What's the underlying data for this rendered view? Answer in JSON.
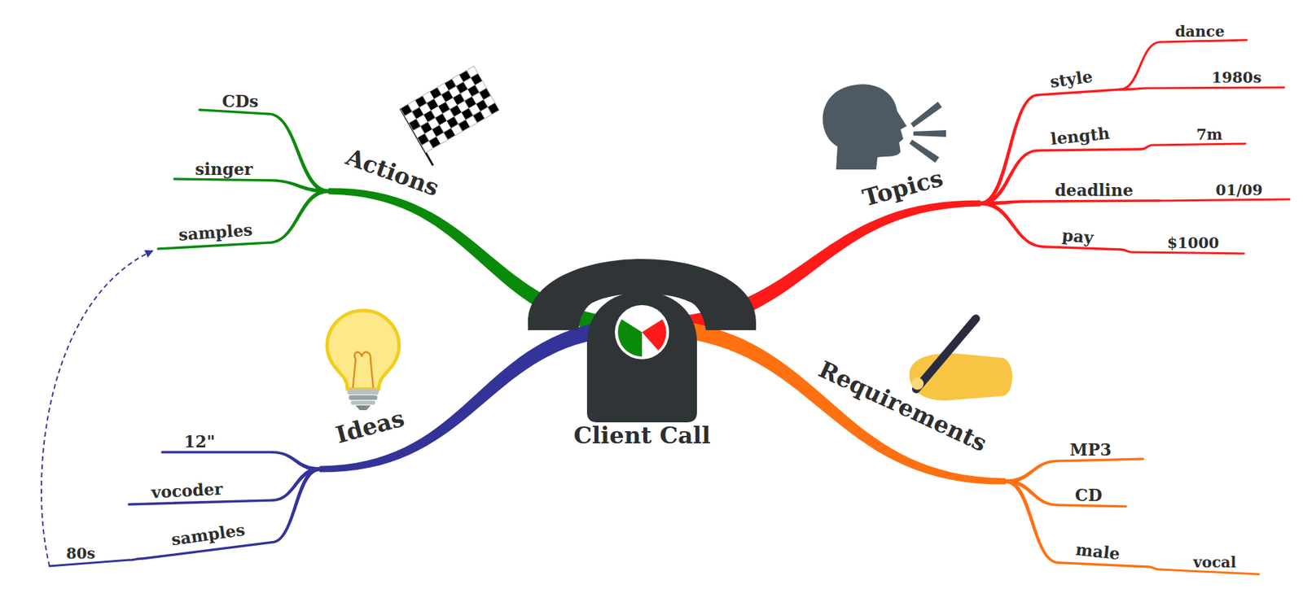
{
  "diagram": {
    "nodes": [
      {
        "text": [
          "Client Call"
        ]
      },
      {
        "text": [
          "Actions"
        ]
      },
      {
        "text": [
          "CDs"
        ]
      },
      {
        "text": [
          "singer"
        ]
      },
      {
        "text": [
          "samples"
        ]
      },
      {
        "text": [
          "Topics"
        ]
      },
      {
        "text": [
          "style"
        ]
      },
      {
        "text": [
          "dance"
        ]
      },
      {
        "text": [
          "1980s"
        ]
      },
      {
        "text": [
          "length"
        ]
      },
      {
        "text": [
          "7m"
        ]
      },
      {
        "text": [
          "deadline"
        ]
      },
      {
        "text": [
          "01/09"
        ]
      },
      {
        "text": [
          "pay"
        ]
      },
      {
        "text": [
          "$1000"
        ]
      },
      {
        "text": [
          "Ideas"
        ]
      },
      {
        "text": [
          "12\""
        ]
      },
      {
        "text": [
          "vocoder"
        ]
      },
      {
        "text": [
          "samples"
        ]
      },
      {
        "text": [
          "80s"
        ]
      },
      {
        "text": [
          "Requirements"
        ]
      },
      {
        "text": [
          "MP3"
        ]
      },
      {
        "text": [
          "CD"
        ]
      },
      {
        "text": [
          "male"
        ]
      },
      {
        "text": [
          "vocal"
        ]
      }
    ],
    "edges": [
      {
        "from": 0,
        "to": 1,
        "arrow": "none"
      },
      {
        "from": 1,
        "to": 2,
        "arrow": "none"
      },
      {
        "from": 1,
        "to": 3,
        "arrow": "none"
      },
      {
        "from": 1,
        "to": 4,
        "arrow": "none"
      },
      {
        "from": 0,
        "to": 5,
        "arrow": "none"
      },
      {
        "from": 5,
        "to": 6,
        "arrow": "none"
      },
      {
        "from": 6,
        "to": 7,
        "arrow": "none"
      },
      {
        "from": 6,
        "to": 8,
        "arrow": "none"
      },
      {
        "from": 5,
        "to": 9,
        "arrow": "none"
      },
      {
        "from": 9,
        "to": 10,
        "arrow": "none"
      },
      {
        "from": 5,
        "to": 11,
        "arrow": "none"
      },
      {
        "from": 11,
        "to": 12,
        "arrow": "none"
      },
      {
        "from": 5,
        "to": 13,
        "arrow": "none"
      },
      {
        "from": 13,
        "to": 14,
        "arrow": "none"
      },
      {
        "from": 0,
        "to": 15,
        "arrow": "none"
      },
      {
        "from": 15,
        "to": 16,
        "arrow": "none"
      },
      {
        "from": 15,
        "to": 17,
        "arrow": "none"
      },
      {
        "from": 15,
        "to": 18,
        "arrow": "none"
      },
      {
        "from": 18,
        "to": 19,
        "arrow": "none"
      },
      {
        "from": 0,
        "to": 20,
        "arrow": "none"
      },
      {
        "from": 20,
        "to": 21,
        "arrow": "none"
      },
      {
        "from": 20,
        "to": 22,
        "arrow": "none"
      },
      {
        "from": 20,
        "to": 23,
        "arrow": "none"
      },
      {
        "from": 23,
        "to": 24,
        "arrow": "none"
      },
      {
        "from": 19,
        "to": 4,
        "arrow": "to"
      }
    ]
  }
}
